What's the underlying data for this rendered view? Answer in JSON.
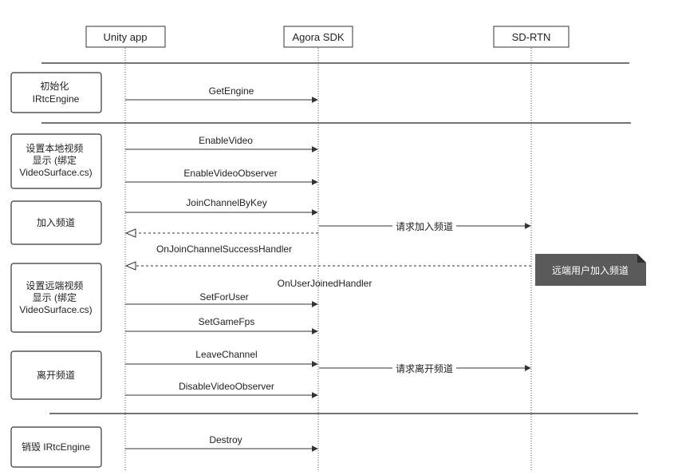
{
  "participants": [
    "Unity app",
    "Agora SDK",
    "SD-RTN"
  ],
  "steps": [
    "初始化\nIRtcEngine",
    "设置本地视频\n显示 (绑定\nVideoSurface.cs)",
    "加入频道",
    "设置远端视频\n显示 (绑定\nVideoSurface.cs)",
    "离开频道",
    "销毁 IRtcEngine"
  ],
  "messages": [
    {
      "label": "GetEngine",
      "from": "Unity app",
      "to": "Agora SDK",
      "style": "solid"
    },
    {
      "label": "EnableVideo",
      "from": "Unity app",
      "to": "Agora SDK",
      "style": "solid"
    },
    {
      "label": "EnableVideoObserver",
      "from": "Unity app",
      "to": "Agora SDK",
      "style": "solid"
    },
    {
      "label": "JoinChannelByKey",
      "from": "Unity app",
      "to": "Agora SDK",
      "style": "solid"
    },
    {
      "label": "请求加入频道",
      "from": "Agora SDK",
      "to": "SD-RTN",
      "style": "solid"
    },
    {
      "label": "",
      "from": "Agora SDK",
      "to": "Unity app",
      "style": "dashed"
    },
    {
      "label": "OnJoinChannelSuccessHandler",
      "from": "Agora SDK",
      "to": "Unity app",
      "style": "text"
    },
    {
      "label": "",
      "from": "SD-RTN",
      "to": "Unity app",
      "style": "dashed"
    },
    {
      "label": "OnUserJoinedHandler",
      "from": "SD-RTN",
      "to": "Unity app",
      "style": "text"
    },
    {
      "label": "SetForUser",
      "from": "Unity app",
      "to": "Agora SDK",
      "style": "solid"
    },
    {
      "label": "SetGameFps",
      "from": "Unity app",
      "to": "Agora SDK",
      "style": "solid"
    },
    {
      "label": "LeaveChannel",
      "from": "Unity app",
      "to": "Agora SDK",
      "style": "solid"
    },
    {
      "label": "请求离开频道",
      "from": "Agora SDK",
      "to": "SD-RTN",
      "style": "solid"
    },
    {
      "label": "DisableVideoObserver",
      "from": "Unity app",
      "to": "Agora SDK",
      "style": "solid"
    },
    {
      "label": "Destroy",
      "from": "Unity app",
      "to": "Agora SDK",
      "style": "solid"
    }
  ],
  "notes": [
    "远端用户加入频道"
  ]
}
